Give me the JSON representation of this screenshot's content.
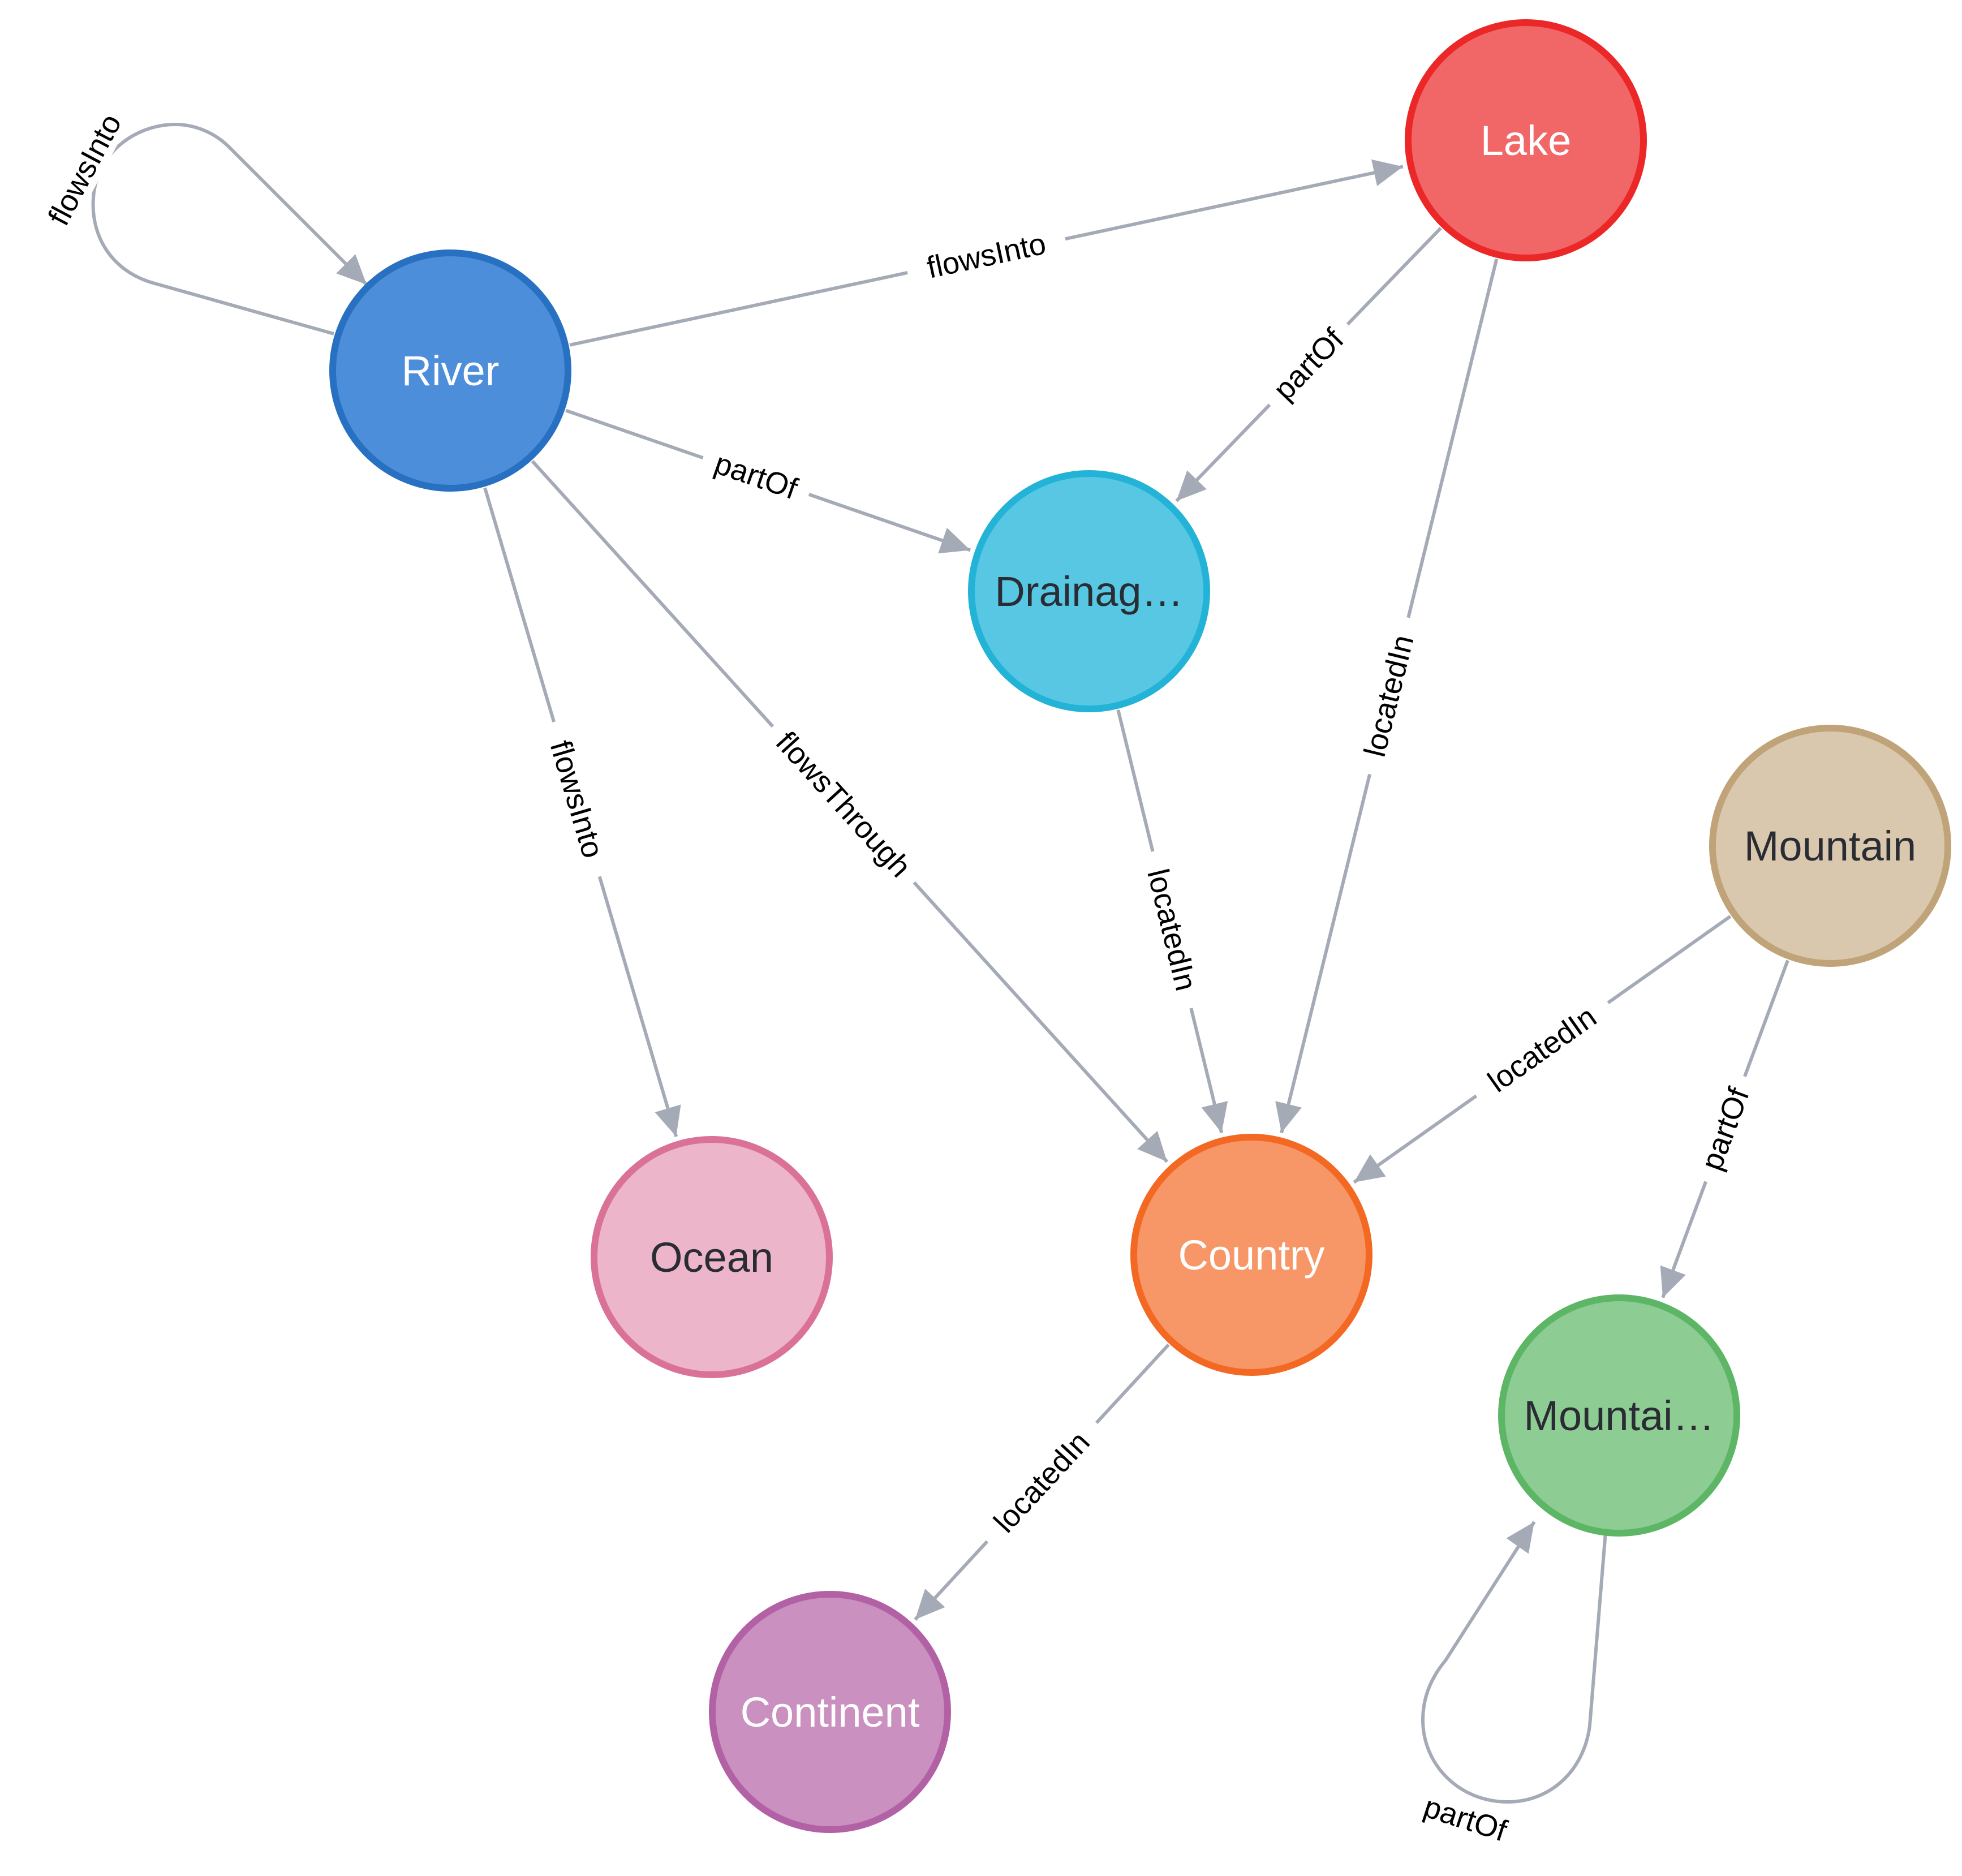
{
  "nodes": [
    {
      "id": "river",
      "label": "River",
      "fill": "#4c8eda",
      "stroke": "#2870c2",
      "text_color": "#ffffff"
    },
    {
      "id": "lake",
      "label": "Lake",
      "fill": "#f16667",
      "stroke": "#eb2728",
      "text_color": "#ffffff"
    },
    {
      "id": "drainage",
      "label": "Drainag…",
      "fill": "#57c7e3",
      "stroke": "#23b3d7",
      "text_color": "#2a2c34"
    },
    {
      "id": "mountain",
      "label": "Mountain",
      "fill": "#d9c8ae",
      "stroke": "#c0a378",
      "text_color": "#2a2c34"
    },
    {
      "id": "ocean",
      "label": "Ocean",
      "fill": "#ecb5c9",
      "stroke": "#da7298",
      "text_color": "#2a2c34"
    },
    {
      "id": "country",
      "label": "Country",
      "fill": "#f79767",
      "stroke": "#f36924",
      "text_color": "#ffffff"
    },
    {
      "id": "mountain-range",
      "label": "Mountai…",
      "fill": "#8dcc93",
      "stroke": "#5db665",
      "text_color": "#2a2c34"
    },
    {
      "id": "continent",
      "label": "Continent",
      "fill": "#c990c0",
      "stroke": "#b261a5",
      "text_color": "#ffffff"
    }
  ],
  "edges": [
    {
      "id": "river-river-flowsInto",
      "source": "river",
      "target": "river",
      "label": "flowsInto"
    },
    {
      "id": "river-lake-flowsInto",
      "source": "river",
      "target": "lake",
      "label": "flowsInto"
    },
    {
      "id": "river-drainage-partOf",
      "source": "river",
      "target": "drainage",
      "label": "partOf"
    },
    {
      "id": "river-ocean-flowsInto",
      "source": "river",
      "target": "ocean",
      "label": "flowsInto"
    },
    {
      "id": "river-country-flowsThrough",
      "source": "river",
      "target": "country",
      "label": "flowsThrough"
    },
    {
      "id": "lake-drainage-partOf",
      "source": "lake",
      "target": "drainage",
      "label": "partOf"
    },
    {
      "id": "lake-country-locatedIn",
      "source": "lake",
      "target": "country",
      "label": "locatedIn"
    },
    {
      "id": "drainage-country-locatedIn",
      "source": "drainage",
      "target": "country",
      "label": "locatedIn"
    },
    {
      "id": "mountain-country-locatedIn",
      "source": "mountain",
      "target": "country",
      "label": "locatedIn"
    },
    {
      "id": "mountain-range-partOf",
      "source": "mountain",
      "target": "mountain-range",
      "label": "partOf"
    },
    {
      "id": "country-continent-locatedIn",
      "source": "country",
      "target": "continent",
      "label": "locatedIn"
    },
    {
      "id": "range-range-partOf",
      "source": "mountain-range",
      "target": "mountain-range",
      "label": "partOf"
    }
  ],
  "colors": {
    "edge": "#a5abb6",
    "edge_label": "#000000",
    "background": "#ffffff"
  }
}
